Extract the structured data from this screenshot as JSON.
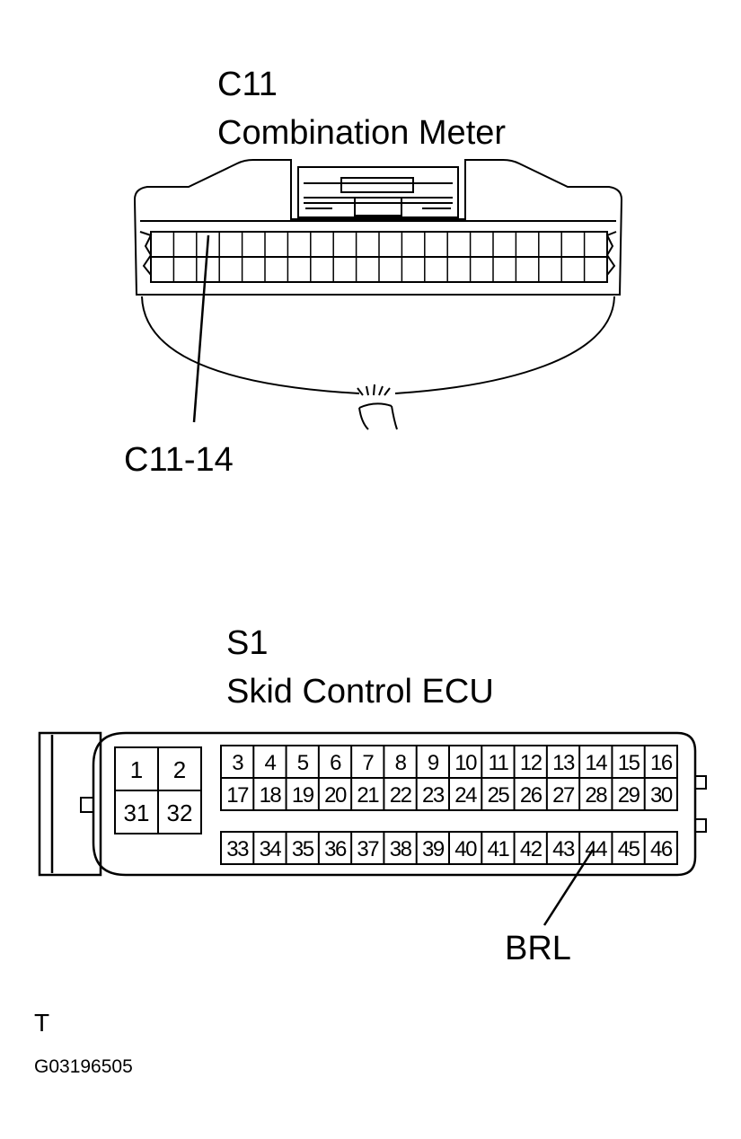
{
  "c11": {
    "code": "C11",
    "name": "Combination Meter",
    "callout": "C11-14"
  },
  "s1": {
    "code": "S1",
    "name": "Skid Control ECU",
    "callout": "BRL",
    "left_pins": [
      "1",
      "2",
      "31",
      "32"
    ],
    "top_row": [
      "3",
      "4",
      "5",
      "6",
      "7",
      "8",
      "9",
      "10",
      "11",
      "12",
      "13",
      "14",
      "15",
      "16"
    ],
    "mid_row": [
      "17",
      "18",
      "19",
      "20",
      "21",
      "22",
      "23",
      "24",
      "25",
      "26",
      "27",
      "28",
      "29",
      "30"
    ],
    "bottom_row": [
      "33",
      "34",
      "35",
      "36",
      "37",
      "38",
      "39",
      "40",
      "41",
      "42",
      "43",
      "44",
      "45",
      "46"
    ]
  },
  "footer": {
    "mark": "T",
    "figure_id": "G03196505"
  }
}
